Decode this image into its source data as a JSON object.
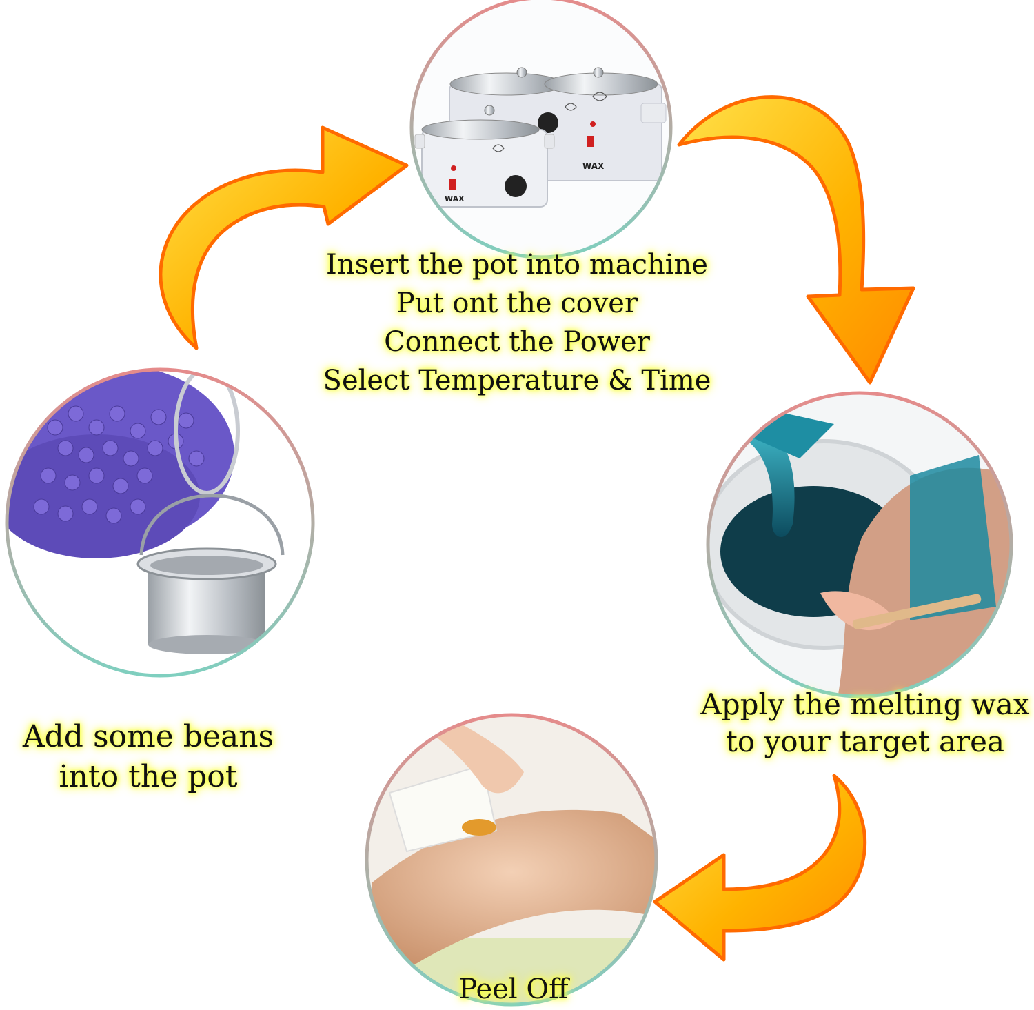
{
  "steps": {
    "machine": {
      "lines": [
        "Insert the pot into machine",
        "Put ont the cover",
        "Connect the Power",
        "Select Temperature & Time"
      ],
      "device_label": "WAX"
    },
    "beans": {
      "lines": [
        "Add some beans",
        "into the pot"
      ]
    },
    "apply": {
      "lines": [
        "Apply the melting wax",
        "to your target area"
      ]
    },
    "peel": {
      "lines": [
        "Peel Off"
      ]
    }
  },
  "colors": {
    "ring_top": "#e58b8b",
    "ring_bottom": "#7fcfbf",
    "arrow_fill": "#ffb800",
    "arrow_edge": "#ff6a00",
    "caption_glow": "#f6ff3a"
  }
}
